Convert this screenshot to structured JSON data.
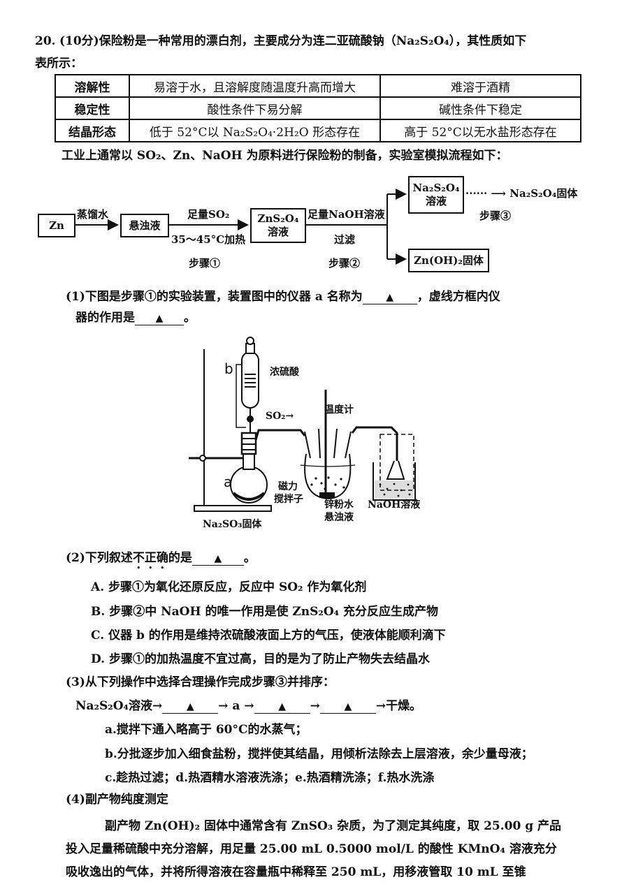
{
  "question": {
    "number": "20.",
    "score": "(10分)",
    "intro": "保险粉是一种常用的漂白剂，主要成分为连二亚硫酸钠（Na₂S₂O₄），其性质如下",
    "intro_cont": "表所示："
  },
  "props_table": {
    "rows": [
      {
        "head": "溶解性",
        "c1": "易溶于水，且溶解度随温度升高而增大",
        "c2": "难溶于酒精"
      },
      {
        "head": "稳定性",
        "c1": "酸性条件下易分解",
        "c2": "碱性条件下稳定"
      },
      {
        "head": "结晶形态",
        "c1": "低于 52°C以 Na₂S₂O₄·2H₂O 形态存在",
        "c2": "高于 52°C以无水盐形态存在"
      }
    ]
  },
  "process_intro": "工业上通常以 SO₂、Zn、NaOH 为原料进行保险粉的制备，实验室模拟流程如下：",
  "flow": {
    "zn": "Zn",
    "water": "蒸馏水",
    "suspension": "悬浊液",
    "so2": "足量SO₂",
    "heat": "35～45°C加热",
    "step1": "步骤①",
    "zns2o4_a": "ZnS₂O₄",
    "zns2o4_b": "溶液",
    "naoh": "足量NaOH溶液",
    "filter": "过滤",
    "step2": "步骤②",
    "na2s2o4_a": "Na₂S₂O₄",
    "na2s2o4_b": "溶液",
    "dots": "······ ⟶ Na₂S₂O₄固体",
    "step3": "步骤③",
    "znoh2": "Zn(OH)₂固体"
  },
  "q1": {
    "line1_a": "(1)下图是步骤①的实验装置，装置图中的仪器 a 名称为",
    "line1_b": "，虚线方框内仪",
    "line2_a": "器的作用是",
    "line2_b": "。"
  },
  "blank_mark": "▲",
  "apparatus": {
    "label_b": "b",
    "label_acid": "浓硫酸",
    "label_so2": "SO₂→",
    "label_thermo": "温度计",
    "label_a": "a",
    "label_stir_1": "磁力",
    "label_stir_2": "搅拌子",
    "label_zn_1": "锌粉水",
    "label_zn_2": "悬浊液",
    "label_naoh": "NaOH溶液",
    "label_na2so3": "Na₂SO₃固体"
  },
  "q2": {
    "stem_a": "(2)下列叙述",
    "stem_emph": "不正确",
    "stem_b": "的是",
    "stem_c": "。",
    "options": [
      "A.  步骤①为氧化还原反应，反应中 SO₂ 作为氧化剂",
      "B.  步骤②中 NaOH 的唯一作用是使 ZnS₂O₄ 充分反应生成产物",
      "C.  仪器 b 的作用是维持浓硫酸液面上方的气压，使液体能顺利滴下",
      "D.  步骤①的加热温度不宜过高，目的是为了防止产物失去结晶水"
    ]
  },
  "q3": {
    "stem": "(3)从下列操作中选择合理操作完成步骤③并排序：",
    "seq_start": "Na₂S₂O₄溶液→",
    "seq_arrow": "→",
    "seq_a": "→ a →",
    "seq_end": "→干燥。",
    "op_a": "a.搅拌下通入略高于 60°C的水蒸气；",
    "op_b": "b.分批逐步加入细食盐粉，搅拌使其结晶，用倾析法除去上层溶液，余少量母液；",
    "op_cdef": "c.趁热过滤；d.热酒精水溶液洗涤；e.热酒精洗涤；f.热水洗涤"
  },
  "q4": {
    "title": "(4)副产物纯度测定",
    "line1": "副产物 Zn(OH)₂ 固体中通常含有 ZnSO₃ 杂质，为了测定其纯度，取 25.00 g 产品",
    "line2": "投入足量稀硫酸中充分溶解，用足量 25.00 mL 0.5000 mol/L 的酸性 KMnO₄ 溶液充分",
    "line3": "吸收逸出的气体，并将所得溶液在容量瓶中稀释至 250 mL，用移液管取 10 mL 至锥"
  }
}
